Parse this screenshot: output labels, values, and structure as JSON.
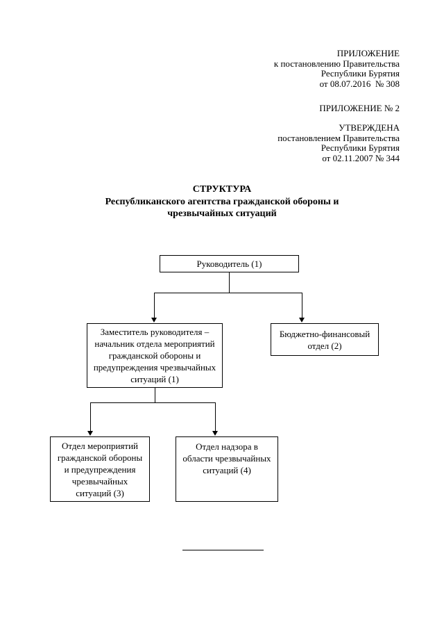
{
  "document": {
    "annex_block": {
      "lines": [
        "ПРИЛОЖЕНИЕ",
        "к постановлению Правительства",
        "Республики Бурятия",
        "от 08.07.2016  № 308"
      ]
    },
    "annex_number": "ПРИЛОЖЕНИЕ № 2",
    "approved_block": {
      "lines": [
        "УТВЕРЖДЕНА",
        "постановлением Правительства",
        "Республики Бурятия",
        "от 02.11.2007 № 344"
      ]
    },
    "title": {
      "lines": [
        "СТРУКТУРА",
        "Республиканского агентства гражданской обороны и",
        "чрезвычайных ситуаций"
      ]
    }
  },
  "org_chart": {
    "head_box": {
      "lines": [
        "Руководитель (1)"
      ]
    },
    "deputy_box": {
      "lines": [
        "Заместитель руководителя –",
        "начальник отдела мероприятий",
        "гражданской обороны и",
        "предупреждения чрезвычайных",
        "ситуаций (1)"
      ]
    },
    "finance_box": {
      "lines": [
        "Бюджетно-финансовый",
        "отдел (2)"
      ]
    },
    "go_dept_box": {
      "lines": [
        "Отдел мероприятий",
        "гражданской обороны",
        "и предупреждения",
        "чрезвычайных",
        "ситуаций (3)"
      ]
    },
    "supervision_box": {
      "lines": [
        "Отдел надзора в",
        "области чрезвычайных",
        "ситуаций (4)"
      ]
    }
  }
}
